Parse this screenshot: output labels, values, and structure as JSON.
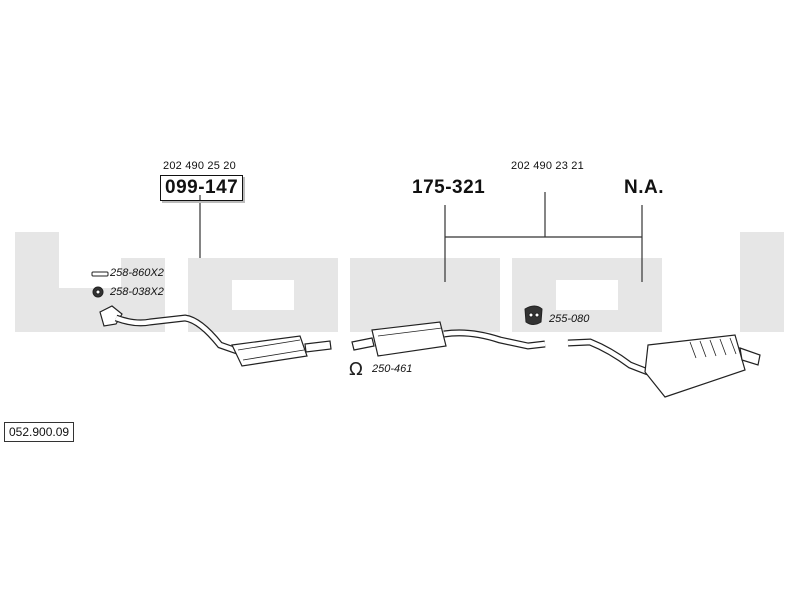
{
  "brand": {
    "watermark": "bosal",
    "watermark_color": "#e6e6e6"
  },
  "diagram_ref": "052.900.09",
  "parts": {
    "front": {
      "oe_number": "202 490 25 20",
      "part_number": "099-147"
    },
    "middle": {
      "part_number": "175-321"
    },
    "rear": {
      "part_number": "N.A."
    },
    "shared_oe_number": "202 490 23 21"
  },
  "accessories": [
    {
      "code": "258-860X2",
      "icon": "clamp-bolt-icon"
    },
    {
      "code": "258-038X2",
      "icon": "gasket-ring-icon"
    },
    {
      "code": "250-461",
      "icon": "omega-clamp-icon"
    },
    {
      "code": "255-080",
      "icon": "rubber-hanger-icon"
    }
  ]
}
